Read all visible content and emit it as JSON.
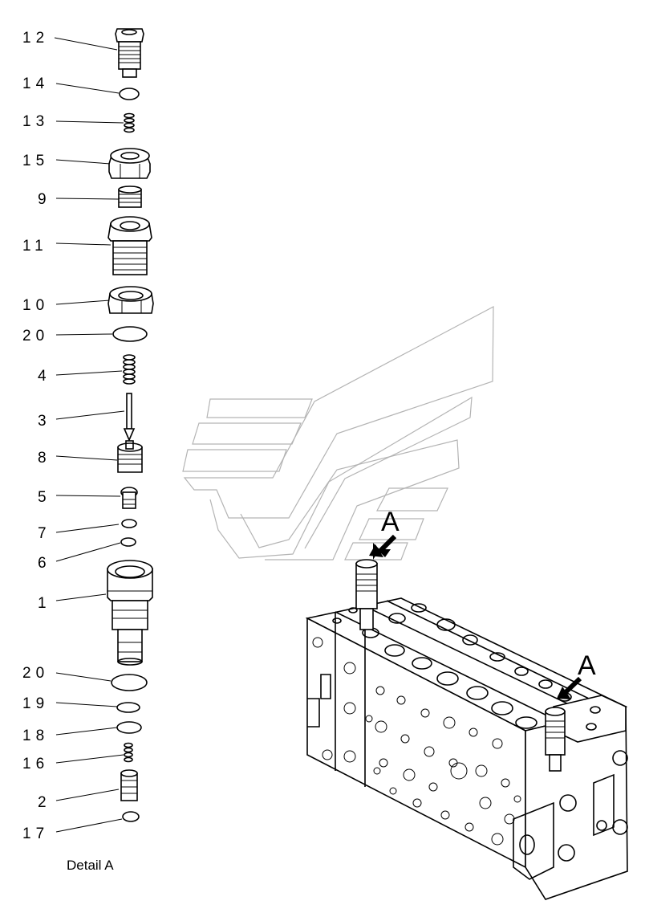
{
  "diagram": {
    "caption": "Detail A",
    "callout_letter": "A",
    "part_numbers": [
      "12",
      "14",
      "13",
      "15",
      "9",
      "11",
      "10",
      "20",
      "4",
      "3",
      "8",
      "5",
      "7",
      "6",
      "1",
      "20",
      "19",
      "18",
      "16",
      "2",
      "17"
    ]
  }
}
